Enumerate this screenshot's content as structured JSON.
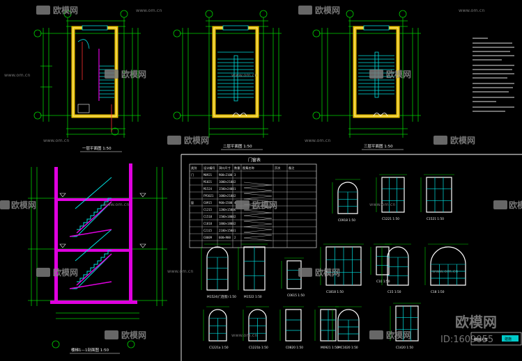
{
  "watermark": {
    "brand": "欧模网",
    "url": "www.om.cn",
    "id": "ID:1609055"
  },
  "plans": [
    {
      "title": "一层平面图 1:50"
    },
    {
      "title": "二层平面图 1:50"
    },
    {
      "title": "三层平面图 1:50"
    }
  ],
  "section": {
    "title": "楼梯1—1剖面图 1:50"
  },
  "door_window_table": {
    "title": "门窗表",
    "headers": [
      "类别",
      "设计编号",
      "洞口尺寸",
      "数量",
      "图集名称",
      "页次",
      "备注"
    ],
    "rows": [
      [
        "门",
        "M0921",
        "900×2100",
        "3",
        "",
        "",
        ""
      ],
      [
        "",
        "M1021",
        "1000×2100",
        "2",
        "",
        "",
        ""
      ],
      [
        "",
        "M1524",
        "1500×2400",
        "1",
        "",
        "",
        ""
      ],
      [
        "",
        "FM1021",
        "1000×2100",
        "2",
        "",
        "",
        ""
      ],
      [
        "窗",
        "C0915",
        "900×1500",
        "4",
        "",
        "",
        ""
      ],
      [
        "",
        "C1215",
        "1200×1500",
        "6",
        "",
        "",
        ""
      ],
      [
        "",
        "C1518",
        "1500×1800",
        "2",
        "",
        "",
        ""
      ],
      [
        "",
        "C1818",
        "1800×1800",
        "2",
        "",
        "",
        ""
      ],
      [
        "",
        "C2115",
        "2100×1500",
        "1",
        "",
        "",
        ""
      ],
      [
        "",
        "C0609",
        "600×900",
        "2",
        "",
        "",
        ""
      ]
    ]
  },
  "window_details": [
    {
      "label": "C0918 1:50"
    },
    {
      "label": "C1221 1:50"
    },
    {
      "label": "C1521 1:50"
    },
    {
      "label": "M1524(门连窗) 1:50"
    },
    {
      "label": "M1522 1:50"
    },
    {
      "label": "C0615 1:50"
    },
    {
      "label": "C1818 1:50"
    },
    {
      "label": "C10 1:50"
    },
    {
      "label": "C15 1:50"
    },
    {
      "label": "C18 1:50"
    },
    {
      "label": "C1221a 1:50"
    },
    {
      "label": "C1221b 1:50"
    },
    {
      "label": "C0820 1:50"
    },
    {
      "label": "M0921 1:50"
    },
    {
      "label": "MC1020 1:50"
    },
    {
      "label": "C1420 1:50"
    }
  ],
  "title_block": {
    "drawing_name": "楼梯大样",
    "sheet": "建施"
  },
  "colors": {
    "background": "#000000",
    "dimension": "#00d000",
    "wall": "#e8c000",
    "hatch": "#e000e0",
    "stair": "#00e0e0",
    "frame": "#ffffff",
    "red": "#ff3030"
  }
}
